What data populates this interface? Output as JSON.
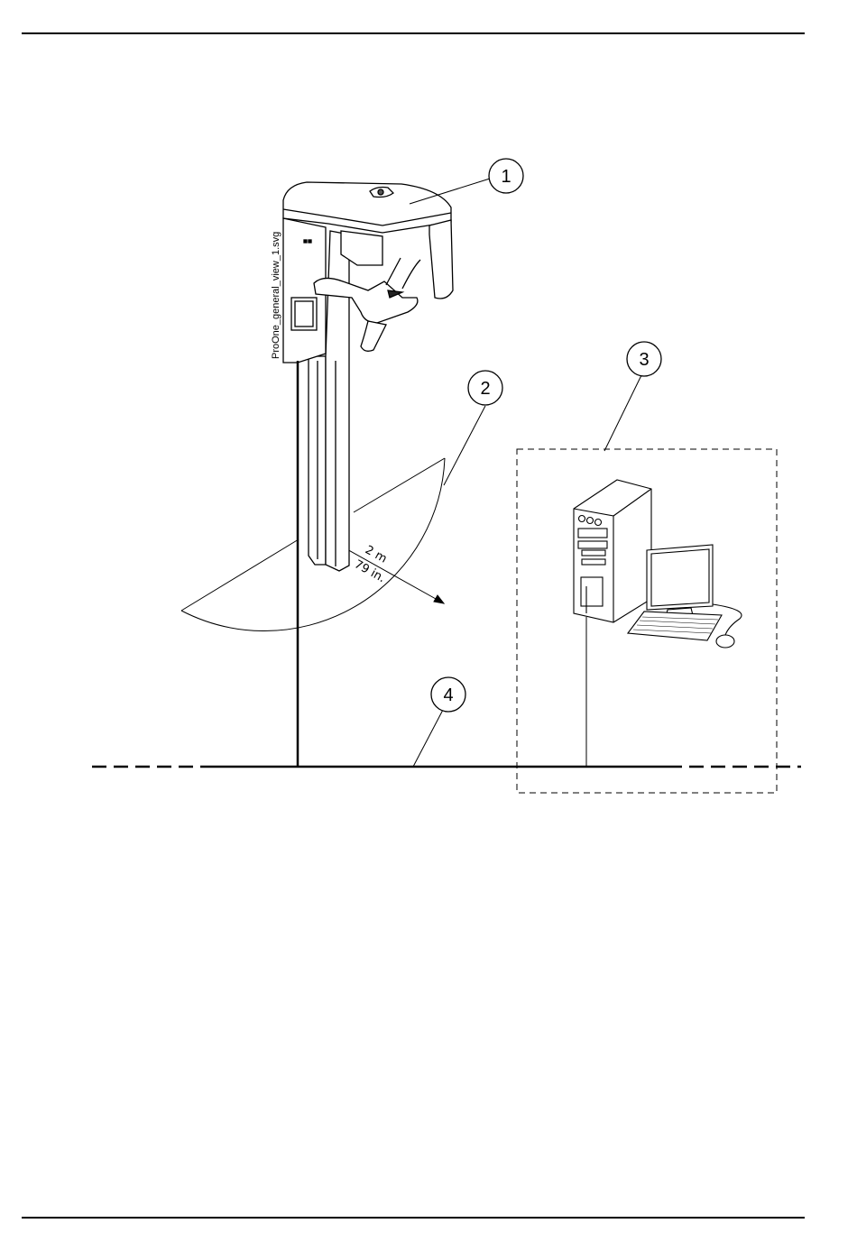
{
  "figure": {
    "file_label": "ProOne_general_view_1.svg",
    "distance_metric": "2 m",
    "distance_imperial": "79 in.",
    "callouts": [
      "1",
      "2",
      "3",
      "4"
    ]
  }
}
